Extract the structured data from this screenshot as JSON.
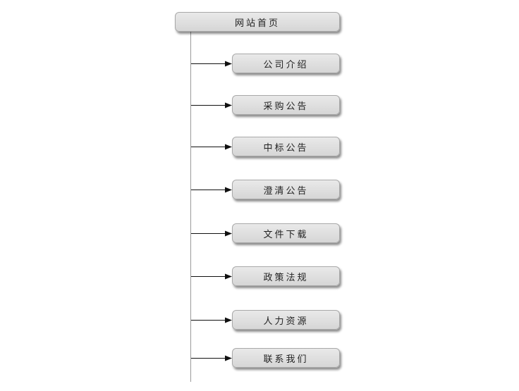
{
  "root": {
    "label": "网站首页"
  },
  "children": [
    {
      "label": "公司介绍"
    },
    {
      "label": "采购公告"
    },
    {
      "label": "中标公告"
    },
    {
      "label": "澄清公告"
    },
    {
      "label": "文件下载"
    },
    {
      "label": "政策法规"
    },
    {
      "label": "人力资源"
    },
    {
      "label": "联系我们"
    }
  ]
}
